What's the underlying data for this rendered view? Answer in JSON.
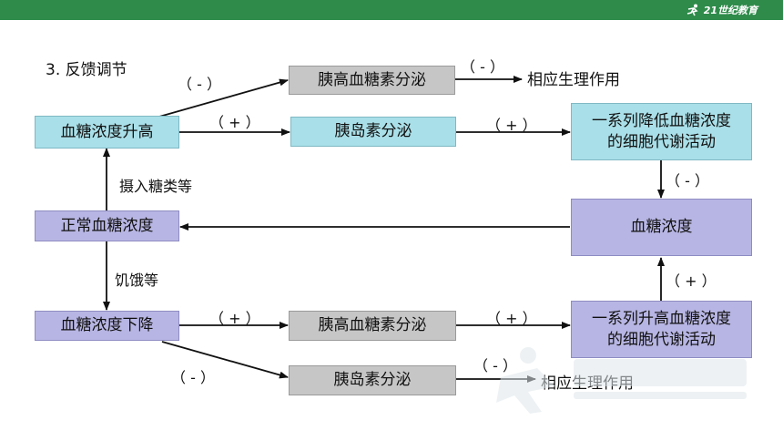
{
  "header": {
    "logo_text": "21世纪教育"
  },
  "slide": {
    "title": "3. 反馈调节",
    "boxes": {
      "glucose_rise": "血糖浓度升高",
      "normal_glucose": "正常血糖浓度",
      "glucose_fall": "血糖浓度下降",
      "glucagon_top": "胰高血糖素分泌",
      "insulin_top": "胰岛素分泌",
      "lowering_metabolism": "一系列降低血糖浓度\n的细胞代谢活动",
      "blood_glucose": "血糖浓度",
      "raising_metabolism": "一系列升高血糖浓度\n的细胞代谢活动",
      "glucagon_bottom": "胰高血糖素分泌",
      "insulin_bottom": "胰岛素分泌"
    },
    "labels": {
      "minus_top_diag": "（ - ）",
      "plus_top_mid": "（ + ）",
      "minus_top_right": "（ - ）",
      "plus_top_right": "（ + ）",
      "effect_top": "相应生理作用",
      "intake": "摄入糖类等",
      "hunger": "饥饿等",
      "minus_right": "（ - ）",
      "plus_right": "（ + ）",
      "plus_bottom_mid": "（ + ）",
      "plus_bottom_right": "（ + ）",
      "minus_bottom_diag": "（ - ）",
      "minus_bottom_right": "（ - ）",
      "effect_bottom": "相应生理作用"
    }
  },
  "colors": {
    "header_green": "#2e8b4a",
    "cyan_box": "#a9dfe8",
    "gray_box": "#c6c6c6",
    "purple_box": "#b7b5e3"
  }
}
